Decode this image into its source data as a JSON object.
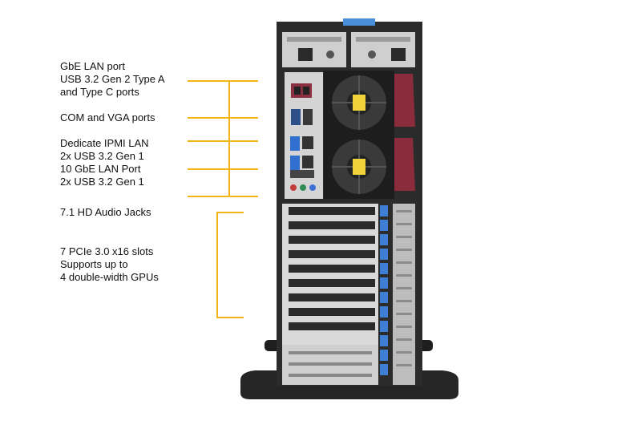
{
  "callouts": {
    "gbe_lan": "GbE LAN port\nUSB 3.2 Gen 2 Type A\nand Type C ports",
    "com_vga": "COM and VGA ports",
    "ipmi_usb_10gbe": "Dedicate IPMI LAN\n2x USB 3.2 Gen 1\n10 GbE LAN Port\n2x USB 3.2 Gen 1",
    "audio": "7.1 HD Audio Jacks",
    "pcie": "7 PCIe 3.0 x16 slots\nSupports up to\n4 double-width GPUs"
  },
  "colors": {
    "leader": "#f2b416",
    "chassis": "#2b2b2b",
    "panel": "#d9d9d9",
    "slot_clip": "#3d7fd4",
    "psu_handle": "#8a2c3b"
  }
}
